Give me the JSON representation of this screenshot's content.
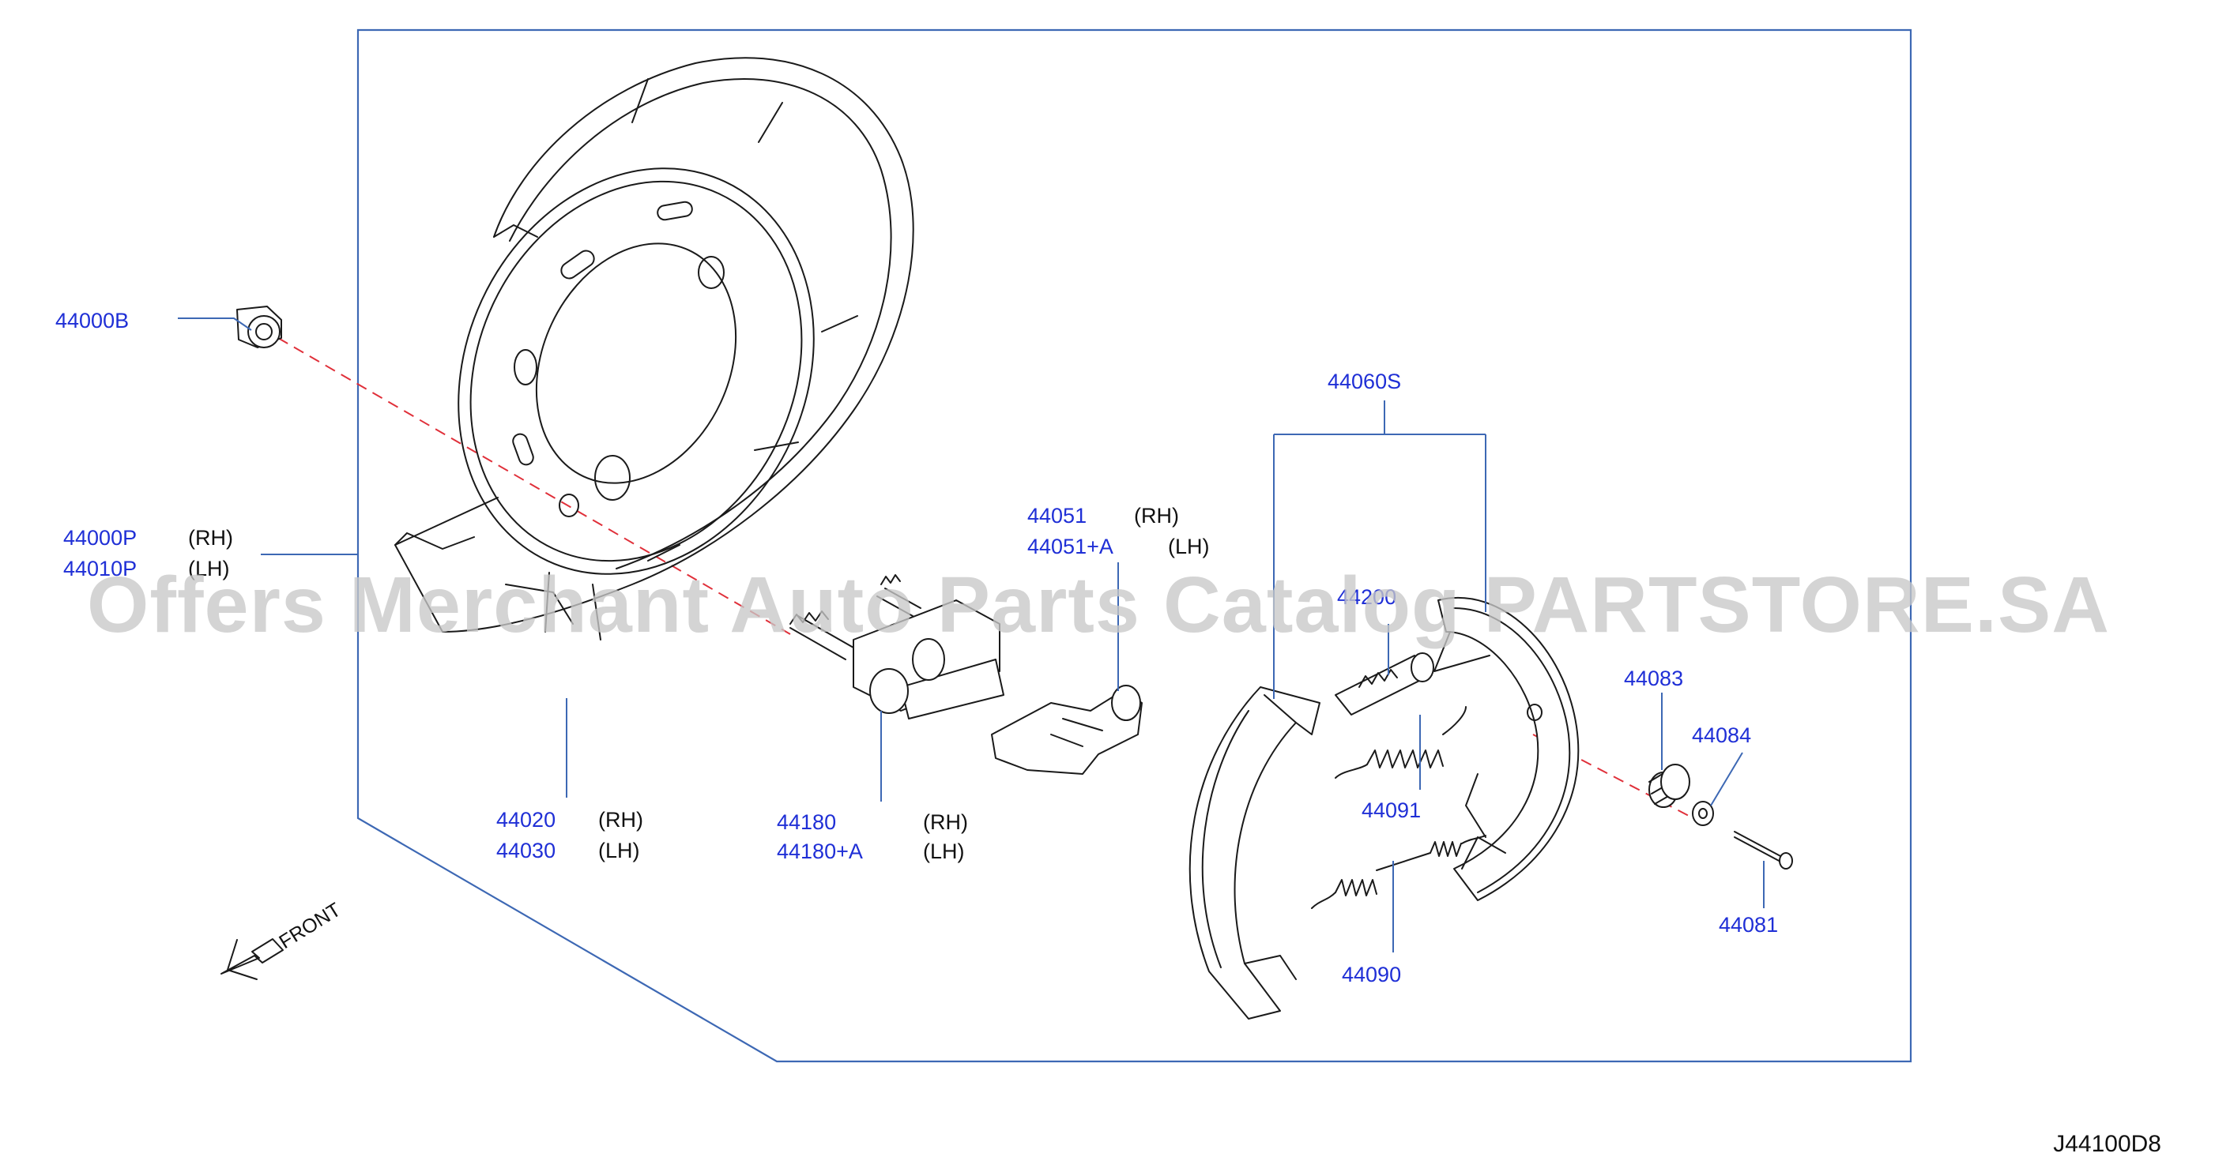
{
  "diagram": {
    "reference_code": "J44100D8",
    "front_label": "FRONT",
    "watermark": "Offers Merchant Auto Parts Catalog PARTSTORE.SA",
    "parts": [
      {
        "number": "44000B"
      },
      {
        "number": "44000P",
        "side": "(RH)"
      },
      {
        "number": "44010P",
        "side": "(LH)"
      },
      {
        "number": "44020",
        "side": "(RH)"
      },
      {
        "number": "44030",
        "side": "(LH)"
      },
      {
        "number": "44180",
        "side": "(RH)"
      },
      {
        "number": "44180+A",
        "side": "(LH)"
      },
      {
        "number": "44051",
        "side": "(RH)"
      },
      {
        "number": "44051+A",
        "side": "(LH)"
      },
      {
        "number": "44060S"
      },
      {
        "number": "44200"
      },
      {
        "number": "44091"
      },
      {
        "number": "44090"
      },
      {
        "number": "44083"
      },
      {
        "number": "44084"
      },
      {
        "number": "44081"
      }
    ]
  }
}
